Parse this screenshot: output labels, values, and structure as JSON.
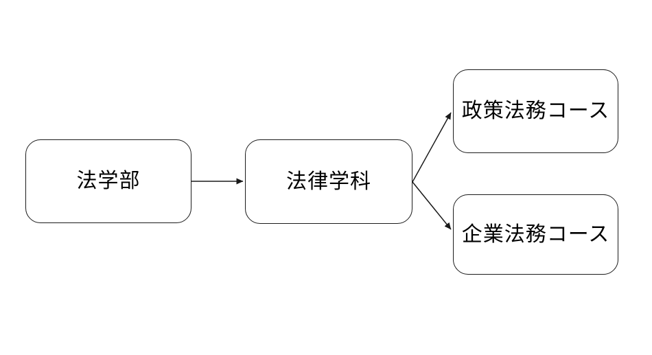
{
  "diagram": {
    "background_color": "#ffffff",
    "stroke_color": "#1a1a1a",
    "text_color": "#000000",
    "nodes": [
      {
        "id": "faculty",
        "label": "法学部"
      },
      {
        "id": "department",
        "label": "法律学科"
      },
      {
        "id": "course-policy",
        "label": "政策法務コース"
      },
      {
        "id": "course-corporate",
        "label": "企業法務コース"
      }
    ],
    "edges": [
      {
        "from": "faculty",
        "to": "department",
        "style": "arrow"
      },
      {
        "from": "department",
        "to": "course-policy",
        "style": "arrow"
      },
      {
        "from": "department",
        "to": "course-corporate",
        "style": "arrow"
      }
    ]
  }
}
